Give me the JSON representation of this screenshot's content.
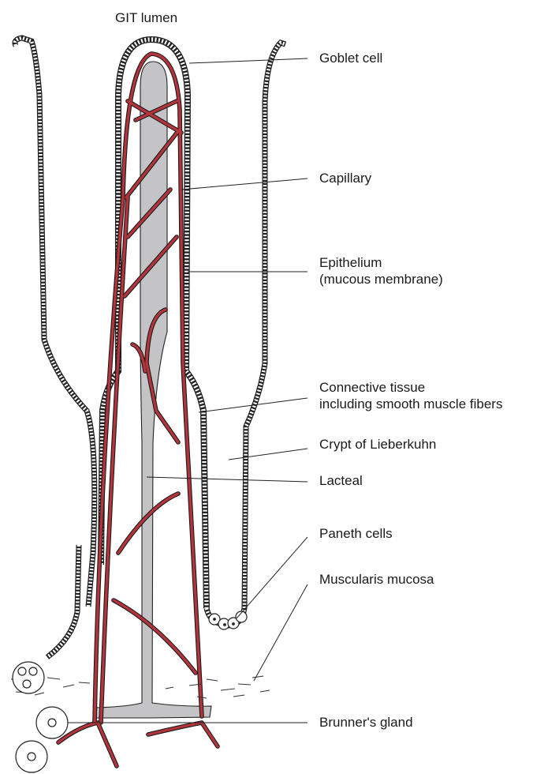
{
  "diagram": {
    "labels": {
      "lumen": "GIT lumen",
      "goblet_cell": "Goblet cell",
      "capillary": "Capillary",
      "epithelium": [
        "Epithelium",
        "(mucous membrane)"
      ],
      "connective_tissue": [
        "Connective tissue",
        "including smooth muscle fibers"
      ],
      "crypt": "Crypt of Lieberkuhn",
      "lacteal": "Lacteal",
      "paneth": "Paneth cells",
      "muscularis": "Muscularis mucosa",
      "brunner": "Brunner's gland"
    },
    "colors": {
      "vessel": "#b3343b",
      "vessel_outline": "#1a1a1a",
      "lacteal": "#c4c4c6",
      "outline": "#222222",
      "leader": "#222222"
    }
  }
}
